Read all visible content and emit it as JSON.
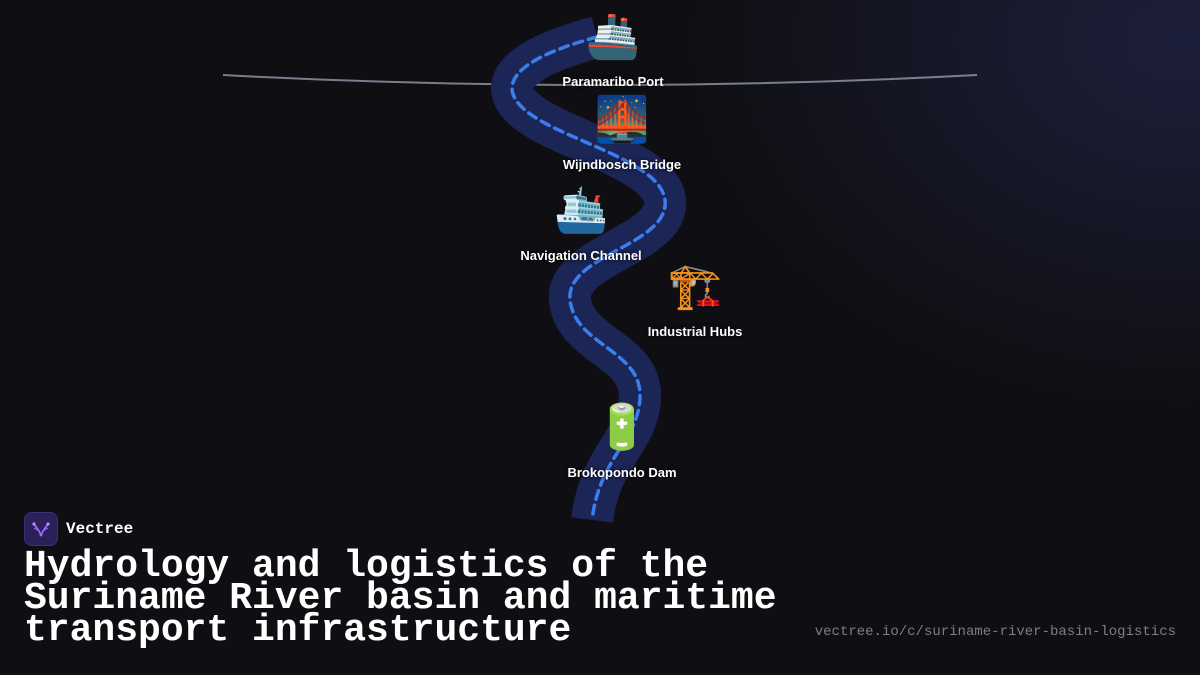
{
  "brand": {
    "name": "Vectree",
    "logo_color": "#2a2159",
    "logo_icon": "vectree-logo-icon"
  },
  "title": "Hydrology and logistics of the Suriname River basin and maritime transport infrastructure",
  "url": "vectree.io/c/suriname-river-basin-logistics",
  "colors": {
    "background": "#0f0f13",
    "river_band": "#1b2657",
    "river_path": "#3b7ded",
    "horizon_line": "#8a93a6"
  },
  "nodes": [
    {
      "id": "paramaribo-port",
      "label": "Paramaribo Port",
      "icon": "🚢",
      "icon_name": "passenger-ship-icon"
    },
    {
      "id": "wijndbosch-bridge",
      "label": "Wijndbosch Bridge",
      "icon": "🌉",
      "icon_name": "bridge-at-night-icon"
    },
    {
      "id": "navigation-channel",
      "label": "Navigation Channel",
      "icon": "🛳️",
      "icon_name": "cruise-ship-icon"
    },
    {
      "id": "industrial-hubs",
      "label": "Industrial Hubs",
      "icon": "🏗️",
      "icon_name": "construction-crane-icon"
    },
    {
      "id": "brokopondo-dam",
      "label": "Brokopondo Dam",
      "icon": "🔋",
      "icon_name": "battery-icon"
    }
  ]
}
